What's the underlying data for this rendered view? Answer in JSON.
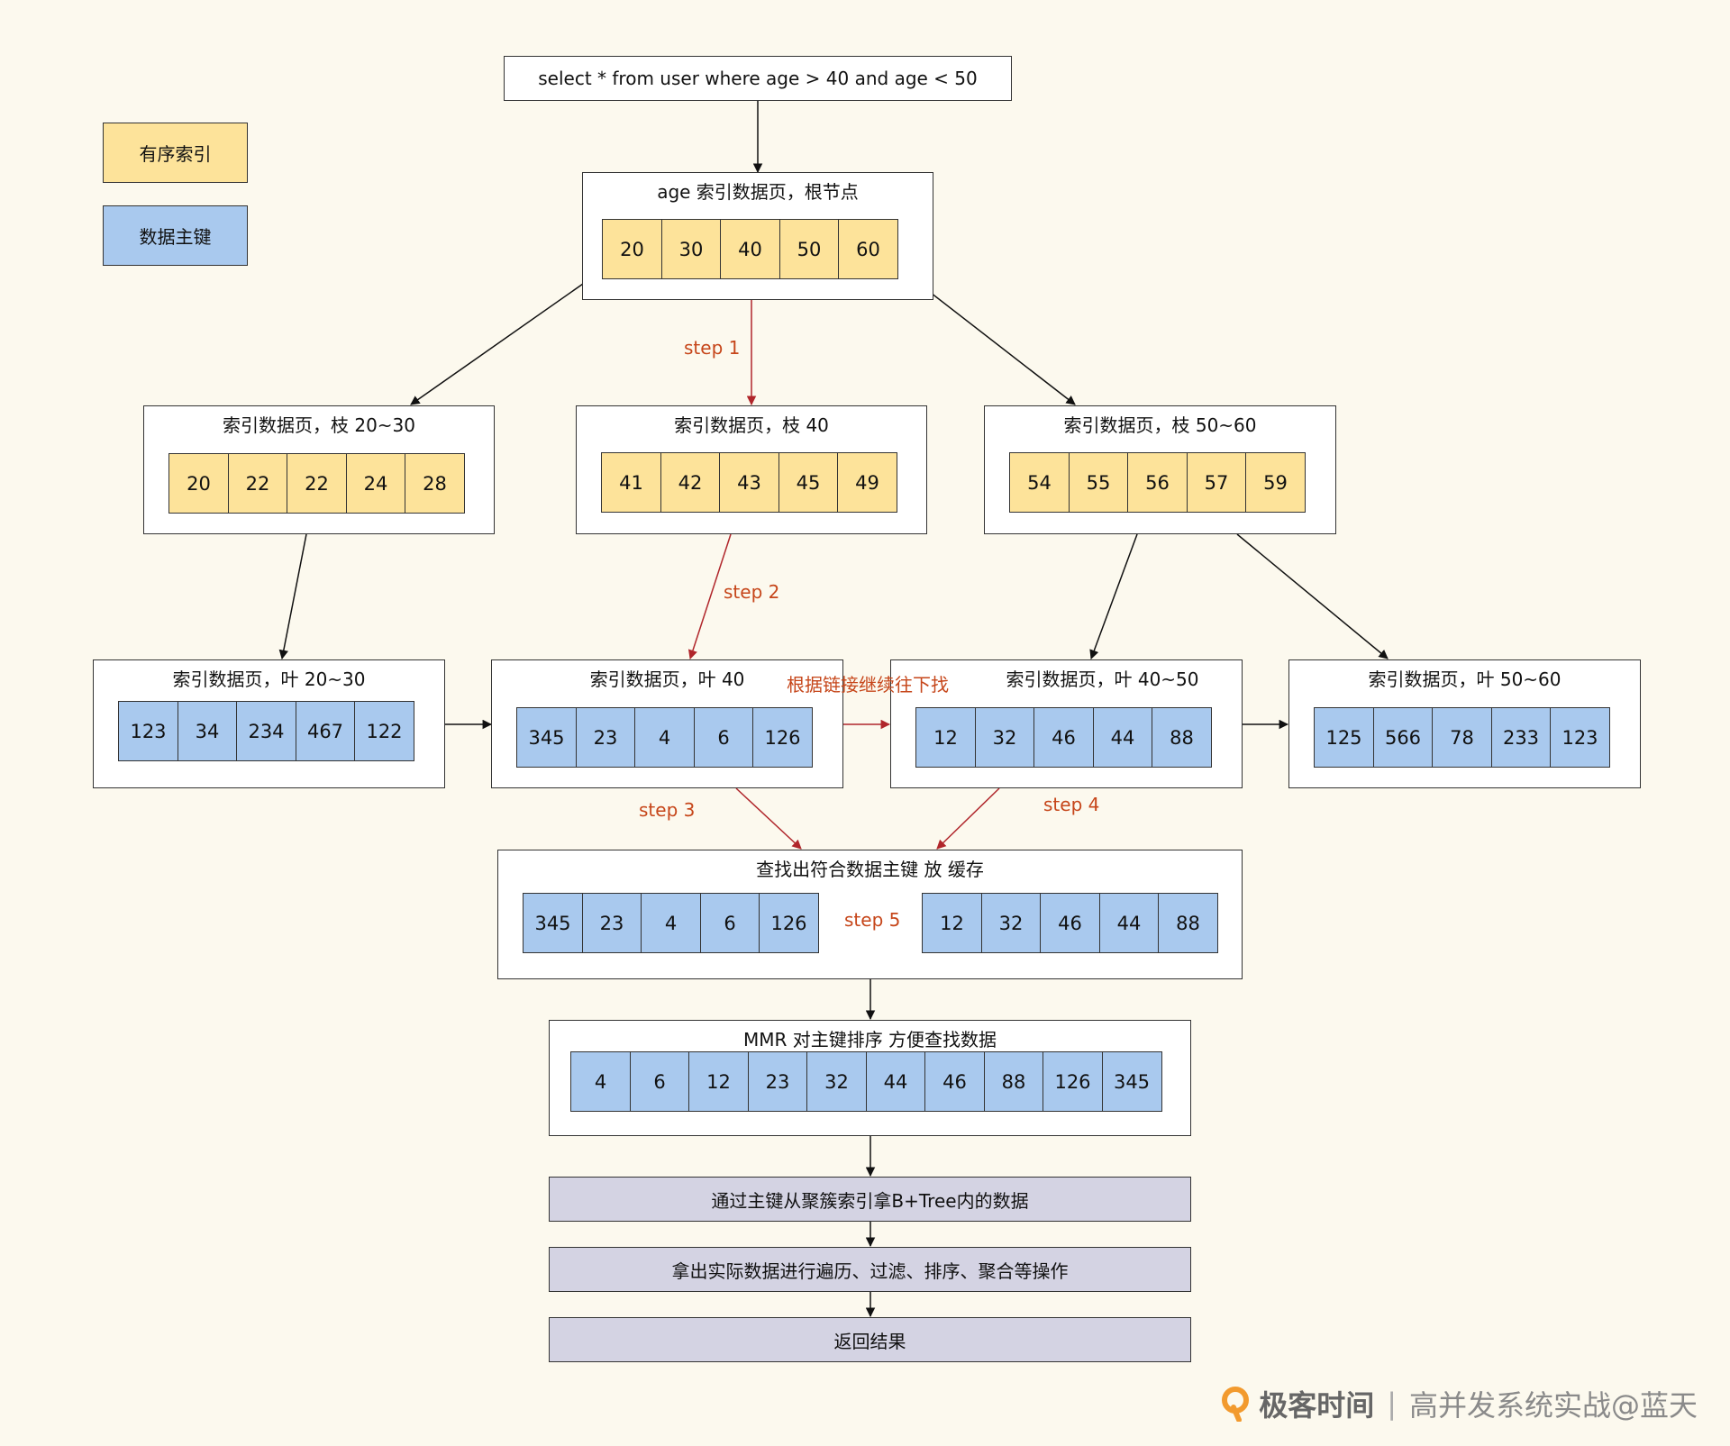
{
  "query": "select * from user where age > 40 and age <  50",
  "legend": {
    "ordered_index": "有序索引",
    "primary_key": "数据主键"
  },
  "root": {
    "title": "age 索引数据页，根节点",
    "keys": [
      "20",
      "30",
      "40",
      "50",
      "60"
    ]
  },
  "branches": [
    {
      "title": "索引数据页，枝 20~30",
      "keys": [
        "20",
        "22",
        "22",
        "24",
        "28"
      ]
    },
    {
      "title": "索引数据页，枝 40",
      "keys": [
        "41",
        "42",
        "43",
        "45",
        "49"
      ]
    },
    {
      "title": "索引数据页，枝 50~60",
      "keys": [
        "54",
        "55",
        "56",
        "57",
        "59"
      ]
    }
  ],
  "leaves": [
    {
      "title": "索引数据页，叶 20~30",
      "keys": [
        "123",
        "34",
        "234",
        "467",
        "122"
      ]
    },
    {
      "title": "索引数据页，叶 40",
      "keys": [
        "345",
        "23",
        "4",
        "6",
        "126"
      ]
    },
    {
      "title": "索引数据页，叶  40~50",
      "keys": [
        "12",
        "32",
        "46",
        "44",
        "88"
      ]
    },
    {
      "title": "索引数据页，叶  50~60",
      "keys": [
        "125",
        "566",
        "78",
        "233",
        "123"
      ]
    }
  ],
  "cache": {
    "title": "查找出符合数据主键 放 缓存",
    "left_keys": [
      "345",
      "23",
      "4",
      "6",
      "126"
    ],
    "right_keys": [
      "12",
      "32",
      "46",
      "44",
      "88"
    ]
  },
  "mmr": {
    "title": "MMR 对主键排序 方便查找数据",
    "keys": [
      "4",
      "6",
      "12",
      "23",
      "32",
      "44",
      "46",
      "88",
      "126",
      "345"
    ]
  },
  "process": {
    "step_a": "通过主键从聚簇索引拿B+Tree内的数据",
    "step_b": "拿出实际数据进行遍历、过滤、排序、聚合等操作",
    "step_c": "返回结果"
  },
  "labels": {
    "step1": "step 1",
    "step2": "step 2",
    "step3": "step 3",
    "step4": "step 4",
    "step5": "step 5",
    "link_note": "根据链接继续往下找"
  },
  "watermark": {
    "brand": "极客时间",
    "course": "高并发系统实战@蓝天"
  },
  "colors": {
    "background": "#fcf9ee",
    "ordered_index": "#fde39a",
    "primary_key": "#a9c9ee",
    "process_box": "#d4d3e3",
    "step_arrow": "#b0262b",
    "step_label": "#c6461a"
  }
}
